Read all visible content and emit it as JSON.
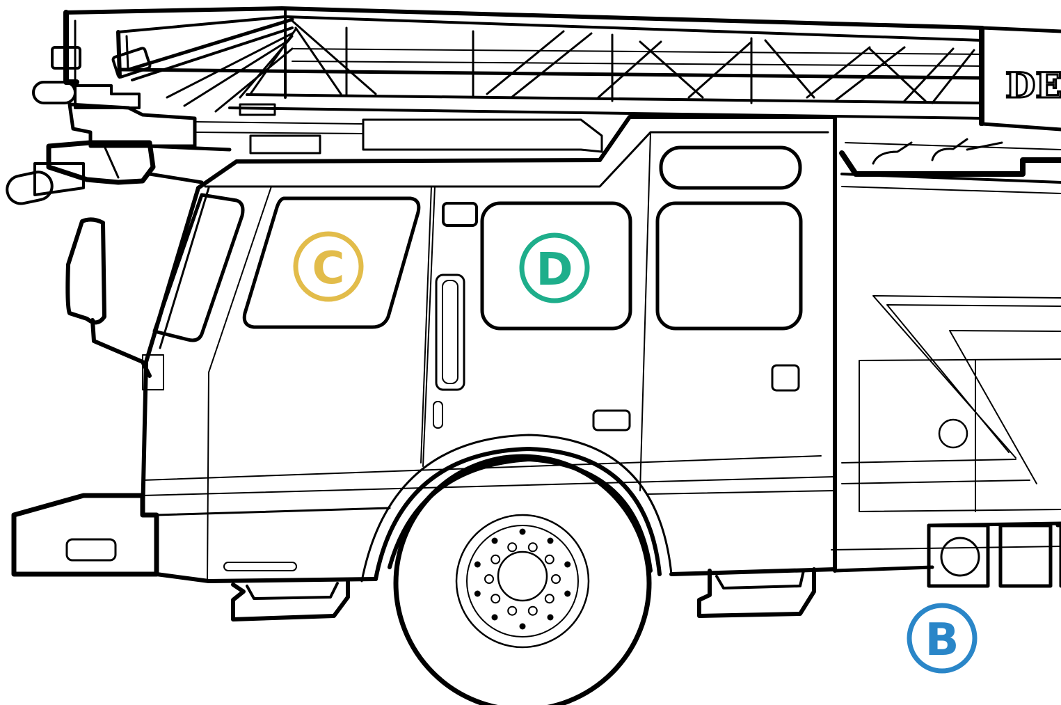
{
  "markers": {
    "c": {
      "label": "C",
      "color": "#E2BC4A"
    },
    "d": {
      "label": "D",
      "color": "#1EAE8B"
    },
    "b": {
      "label": "B",
      "color": "#2A86C8"
    }
  },
  "sign": {
    "text": "DE"
  },
  "icons": {
    "truck": "fire-truck-line-art",
    "markers": "circled-letter-badge"
  }
}
